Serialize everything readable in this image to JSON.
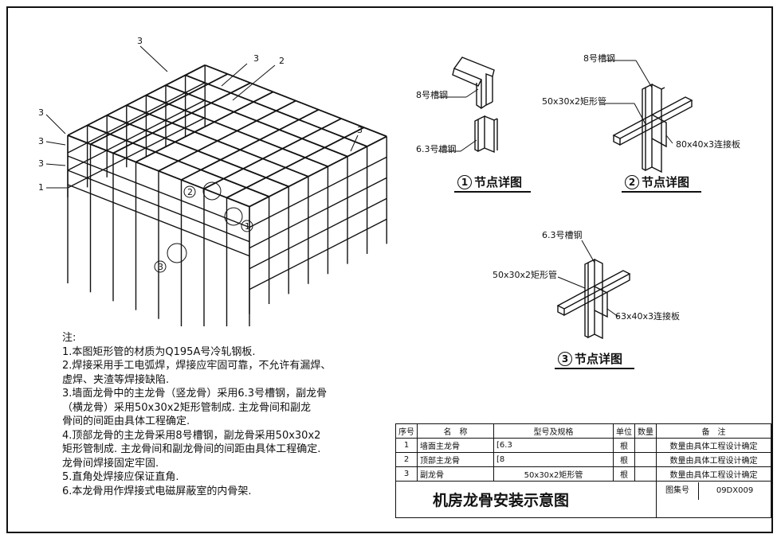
{
  "main_labels": {
    "l3_top": "3",
    "l3_mid": "3",
    "l2": "2",
    "l3_left_a": "3",
    "l3_left_b": "3",
    "l3_left_c": "3",
    "l1_left": "1",
    "l3_right": "3",
    "node1": "1",
    "node2": "2",
    "node3": "3"
  },
  "detail1": {
    "label_top": "8号槽钢",
    "label_bottom": "6.3号槽钢",
    "title_num": "1",
    "title": "节点详图"
  },
  "detail2": {
    "label_top": "8号槽钢",
    "label_mid": "50x30x2矩形管",
    "label_bottom": "80x40x3连接板",
    "title_num": "2",
    "title": "节点详图"
  },
  "detail3": {
    "label_top": "6.3号槽钢",
    "label_mid": "50x30x2矩形管",
    "label_bottom": "63x40x3连接板",
    "title_num": "3",
    "title": "节点详图"
  },
  "notes": {
    "heading": "注:",
    "lines": [
      "1.本图矩形管的材质为Q195A号冷轧钢板.",
      "2.焊接采用手工电弧焊，焊接应牢固可靠，不允许有漏焊、",
      "   虚焊、夹渣等焊接缺陷.",
      "3.墙面龙骨中的主龙骨（竖龙骨）采用6.3号槽钢，副龙骨",
      "   （横龙骨）采用50x30x2矩形管制成. 主龙骨间和副龙",
      "   骨间的间距由具体工程确定.",
      "4.顶部龙骨的主龙骨采用8号槽钢，副龙骨采用50x30x2",
      "   矩形管制成. 主龙骨间和副龙骨间的间距由具体工程确定.",
      "   龙骨间焊接固定牢固.",
      "5.直角处焊接应保证直角.",
      "6.本龙骨用作焊接式电磁屏蔽室的内骨架."
    ]
  },
  "table": {
    "headers": [
      "序号",
      "名　称",
      "型号及规格",
      "单位",
      "数量",
      "备　注"
    ],
    "rows": [
      [
        "1",
        "墙面主龙骨",
        "[6.3",
        "根",
        "",
        "数量由具体工程设计确定"
      ],
      [
        "2",
        "顶部主龙骨",
        "[8",
        "根",
        "",
        "数量由具体工程设计确定"
      ],
      [
        "3",
        "副龙骨",
        "50x30x2矩形管",
        "根",
        "",
        "数量由具体工程设计确定"
      ]
    ],
    "title": "机房龙骨安装示意图",
    "atlas_label": "图集号",
    "atlas_no": "09DX009"
  }
}
